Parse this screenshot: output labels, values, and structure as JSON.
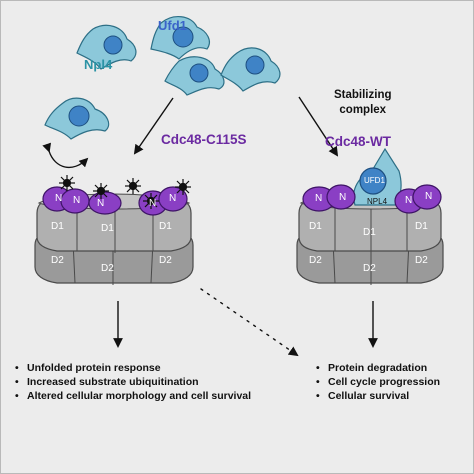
{
  "labels": {
    "ufd1": "Ufd1",
    "npl4": "Npl4",
    "stabilizing_line1": "Stabilizing",
    "stabilizing_line2": "complex",
    "mutant": "Cdc48-C115S",
    "wildtype": "Cdc48-WT",
    "complex_ufd1": "UFD1",
    "complex_npl4": "NPL4",
    "n": "N",
    "d1": "D1",
    "d2": "D2"
  },
  "left_outcomes": [
    "Unfolded protein response",
    "Increased substrate ubiquitination",
    "Altered cellular morphology and cell survival"
  ],
  "right_outcomes": [
    "Protein degradation",
    "Cell cycle progression",
    "Cellular survival"
  ],
  "colors": {
    "background": "#ececec",
    "npl4_fill": "#8cc8da",
    "ufd1_fill": "#3f83c6",
    "n_domain": "#8a3fc4",
    "ring": "#9a9a9a",
    "label_purple": "#6b2aa1",
    "label_blue": "#3a63c9",
    "label_teal": "#2b93a5"
  }
}
